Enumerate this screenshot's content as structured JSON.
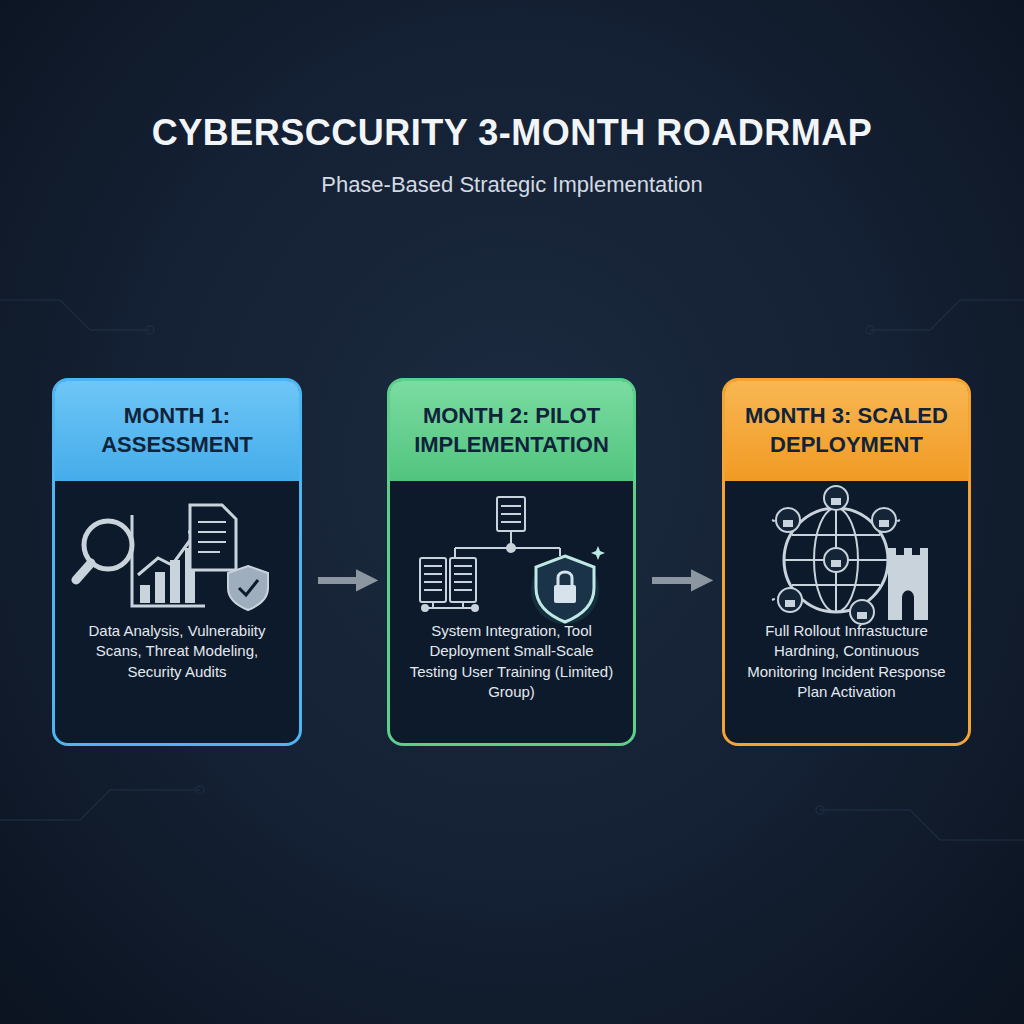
{
  "diagram": {
    "title": "CYBERSCCURITY 3-MONTH ROADRMAP",
    "nodes": [
      {
        "text": [
          "MONTH 1: ASSESSMENT",
          "Data Analysis, Vulnerabiity Scans, Threat Modeling, Security Audits"
        ]
      },
      {
        "text": [
          "MONTH 2: PILOT IMPLEMENTATION",
          "System Integration, Tool Deployment Small-Scale Testing User Training (Limited) Group)"
        ]
      },
      {
        "text": [
          "MONTH 3: SCALED DEPLOYMENT",
          "Full Rollout Infrastucture Hardning, Continuous Monitoring Incident Response Plan Activation"
        ]
      }
    ],
    "edges": [
      {
        "from": 0,
        "to": 1,
        "arrow": "to"
      },
      {
        "from": 1,
        "to": 2,
        "arrow": "to"
      }
    ],
    "labels": [
      "Phase-Based Strategic Implementation"
    ]
  }
}
